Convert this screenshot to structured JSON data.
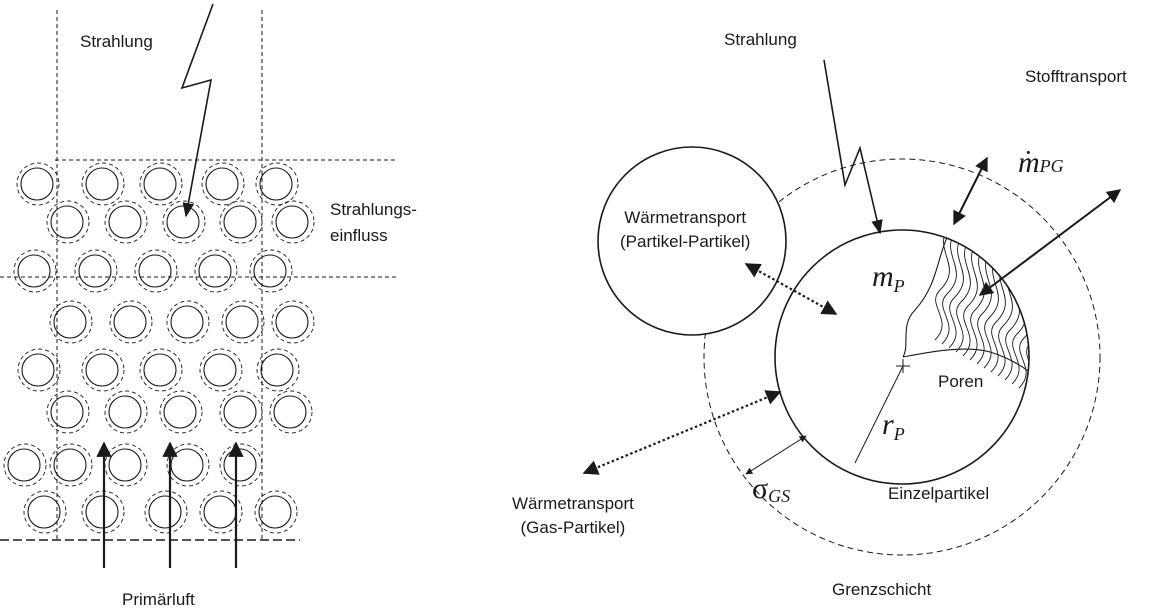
{
  "left_panel": {
    "radiation_label": "Strahlung",
    "radiation_zone_label_line1": "Strahlungs-",
    "radiation_zone_label_line2": "einfluss",
    "primary_air_label": "Primärluft"
  },
  "right_panel": {
    "radiation_label": "Strahlung",
    "mass_transport_label": "Stofftransport",
    "heat_transport_pp_line1": "Wärmetransport",
    "heat_transport_pp_line2": "(Partikel-Partikel)",
    "heat_transport_gp_line1": "Wärmetransport",
    "heat_transport_gp_line2": "(Gas-Partikel)",
    "pores_label": "Poren",
    "single_particle_label": "Einzelpartikel",
    "boundary_layer_label": "Grenzschicht",
    "symbol_mass_flux": "m",
    "symbol_mass_flux_sub": "PG",
    "symbol_mass": "m",
    "symbol_mass_sub": "P",
    "symbol_radius": "r",
    "symbol_radius_sub": "P",
    "symbol_sigma": "σ",
    "symbol_sigma_sub": "GS"
  }
}
